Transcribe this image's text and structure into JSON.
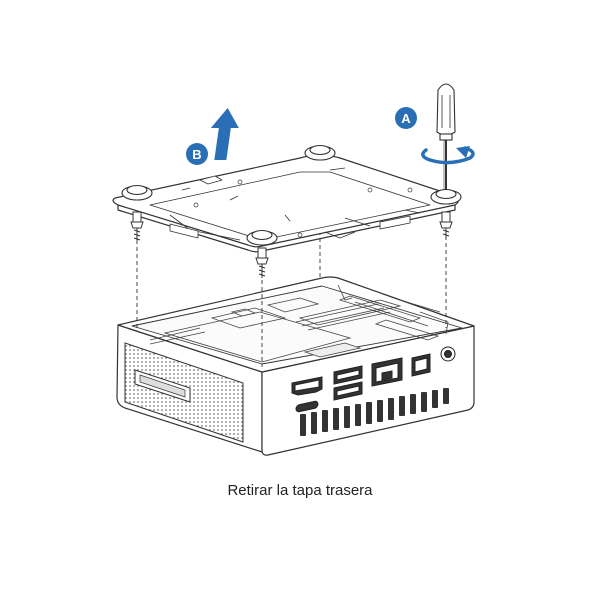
{
  "caption": "Retirar la tapa trasera",
  "steps": [
    {
      "letter": "A",
      "icon": "screwdriver-rotate-icon"
    },
    {
      "letter": "B",
      "icon": "arrow-up-icon"
    }
  ],
  "colors": {
    "accent": "#2a6fb5",
    "line": "#333333",
    "fill": "#ffffff",
    "mesh": "#8a8a8a"
  }
}
